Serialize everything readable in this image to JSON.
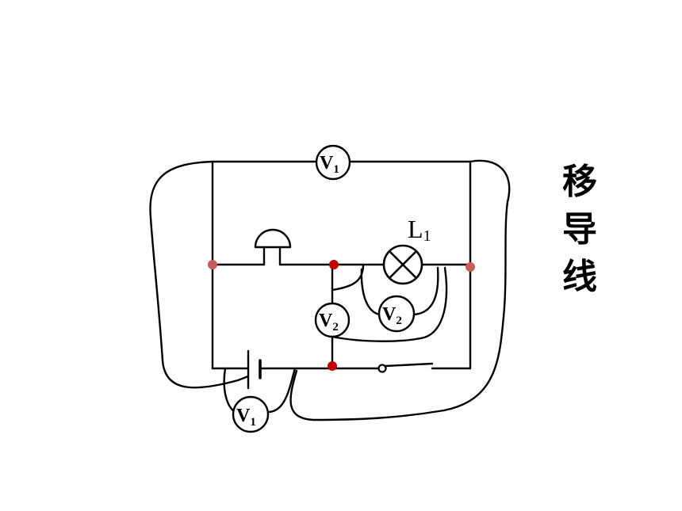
{
  "meters": {
    "v1_top": {
      "letter": "V",
      "sub": "1"
    },
    "v1_bottom": {
      "letter": "V",
      "sub": "1"
    },
    "v2_center": {
      "letter": "V",
      "sub": "2"
    },
    "v2_right": {
      "letter": "V",
      "sub": "2"
    }
  },
  "lamp": {
    "letter": "L",
    "sub": "1"
  },
  "side_label": [
    "移",
    "导",
    "线"
  ],
  "colors": {
    "wire": "#000000",
    "node_junction": "#c00000",
    "node_terminal": "#c85a5a"
  }
}
